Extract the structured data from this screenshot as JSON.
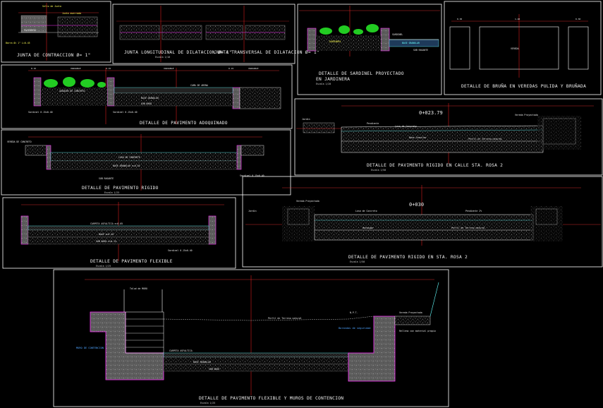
{
  "colors": {
    "background": "#000000",
    "frame": "#ffffff",
    "axis": "#ff2020",
    "dimension": "#ff3333",
    "concrete": "#7a7a7a",
    "curb": "#ff33ff",
    "vegetation": "#22cc22",
    "annotation_yellow": "#ffff55",
    "annotation_cyan": "#66ffff",
    "annotation_blue": "#4da3ff"
  },
  "panels": {
    "p1": {
      "title": "JUNTA DE CONTRACCION  Ø= 1\"",
      "labels": [
        "Sello de Junta",
        "Junta aserrada",
        "PAVIMENTO",
        "Barra Ø= 1\" L=0.45"
      ]
    },
    "p2": {
      "title_left": "JUNTA LONGITUDINAL DE DILATACION  Ø= 1\"",
      "title_right": "JUNTA TRANSVERSAL DE DILATACION  Ø= 1\"",
      "scale": "Escala 1/10"
    },
    "p3": {
      "title_1": "DETALLE DE SARDINEL PROYECTADO",
      "title_2": "EN JARDINERA",
      "scale": "Escala 1/20",
      "labels": [
        "SARDINEL",
        "JARDINERA",
        "BASE GRANULAR",
        "SUB RASANTE"
      ]
    },
    "p4": {
      "title": "DETALLE DE BRUÑA EN VEREDAS PULIDA Y BRUÑADA",
      "labels": [
        "0.30",
        "1.20",
        "0.30",
        "VEREDA"
      ]
    },
    "p5": {
      "title": "DETALLE DE PAVIMENTO ADOQUINADO",
      "dims": [
        "0.15",
        "VARIABLE",
        "0.15",
        "VARIABLE",
        "0.15",
        "VARIABLE"
      ],
      "labels": [
        "Sardinel 0.15x0.40",
        "ADOQUIN DE CONCRETO",
        "CAMA DE ARENA",
        "BASE GRANULAR",
        "SUB BASE",
        "Sardinel 0.15x0.40"
      ]
    },
    "p6": {
      "title": "DETALLE DE PAVIMENTO RIGIDO",
      "scale": "Escala 1/25",
      "labels": [
        "VEREDA DE CONCRETO",
        "LOSA DE CONCRETO",
        "BASE GRANULAR e=0.20",
        "SUB RASANTE",
        "Sardinel 0.15x0.40"
      ]
    },
    "p7": {
      "station": "0+023.79",
      "title": "DETALLE DE PAVIMENTO RIGIDO EN CALLE STA. ROSA 2",
      "scale": "Escala 1/50",
      "labels": [
        "Jardín",
        "Vereda Proyectada",
        "Losa de Concreto",
        "Base Granular",
        "Perfil de Terreno natural",
        "Pendiente"
      ]
    },
    "p8": {
      "title": "DETALLE DE PAVIMENTO FLEXIBLE",
      "scale": "Escala 1/25",
      "labels": [
        "CARPETA ASFALTICA e=0.05",
        "BASE e=0.20",
        "SUB BASE e=0.15",
        "Sardinel 0.15x0.40"
      ]
    },
    "p9": {
      "station": "0+030",
      "title": "DETALLE DE PAVIMENTO RIGIDO EN STA. ROSA 2",
      "scale": "Escala 1/50",
      "labels": [
        "Vereda Proyectada",
        "Losa de Concreto",
        "Hormigon",
        "Perfil de Terreno natural",
        "Jardín",
        "Pendiente 2%"
      ]
    },
    "p10": {
      "title": "DETALLE DE PAVIMENTO FLEXIBLE Y MUROS DE CONTENCION",
      "scale": "Escala 1/25",
      "labels": [
        "Talud de MURO",
        "Perfil de Terreno natural",
        "MURO DE CONTENCION",
        "CARPETA ASFALTICA",
        "BASE GRANULAR",
        "SUB BASE",
        "Relleno con material propio",
        "Vereda Proyectada",
        "Barandas de seguridad",
        "N.P.T."
      ]
    }
  }
}
